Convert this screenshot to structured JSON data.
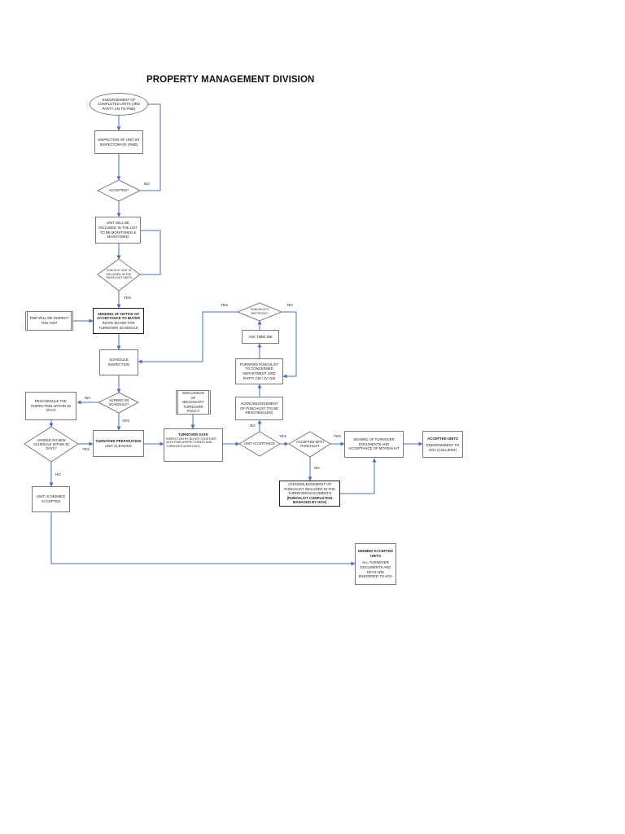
{
  "title": "PROPERTY MANAGEMENT DIVISION",
  "nodes": {
    "endorsement": "ENDORSEMENT OF COMPLETED UNITS (3RD PARTY CM TO PMD)",
    "inspection": "INSPECTION OF UNIT BY INSPECTORATE (PMD)",
    "accepted": "ACCEPTED?",
    "monitored": "UNIT WILL BE INCLUDED IN THE LIST TO BE MONITORED & MAINTAINED",
    "check_list": "CHECK IF UNIT IS INCLUDED IN THE TAKEN-OUT UNITS",
    "reinspect": "PMD WILL RE-INSPECT THE UNIT",
    "notice_bold": "SENDING OF NOTICE OF ACCEPTANCE TO BUYER",
    "notice_rest": "INVITE BUYER FOR TURNOVER SCHEDULE",
    "schedule_inspection": "SCHEDULE INSPECTION",
    "agreed_schedule": "AGREED ON SCHEDULE?",
    "reschedule": "RESCHEDULE THE INSPECTION WITHIN 30 DAYS",
    "agreed_new": "AGREED ON NEW SCHEDULE WITHIN 30 DAYS?",
    "deemed_accepted": "UNIT IS DEEMED ACCEPTED",
    "turnover_prep_bold": "TURNOVER PREPARATION",
    "turnover_prep_rest": "UNIT CLEANING",
    "discussion": "DISCUSSION OF NECESSARY TURNOVER POLICY",
    "turnover_date_bold": "TURNOVER DATE",
    "turnover_date_rest": "INSPECTION BY BUYER TOGETHER WITH PMD (INSPECTORATE AND TURNOVER ASSISTANT)",
    "unit_acceptance": "UNIT ACCEPTANCE",
    "accepted_punchlist": "ACCEPTED WITH PUNCHLIST",
    "ack_punchlist": "ACKNOWLEDGEMENT OF PUNCHLIST (TO BE RESCHEDULED)",
    "forward_punchlist": "FORWARD PUNCHLIST TO CONCERNED DEPARTMENT (3RD PARTY CM / JV CM)",
    "ask_timeline": "ASK TIMELINE",
    "punchlists_rectified": "PUNCHLISTS RECTIFIED?",
    "signing": "SIGNING OF TURNOVER DOCUMENTS AND ACCEPTANCE OF MOVEIN KIT",
    "accepted_units_bold": "ACCEPTED UNITS",
    "accepted_units_rest": "ENDORSEMENT TO HOA (COLLIERS)",
    "ack_turnover_docs": "ACKNOWLEDGEMENT OF PUNCHLIST INCLUDED IN THE TURNOVER DOCUMENTS",
    "ack_turnover_docs_bold": "(PUNCHLIST COMPLETION MANAGED BY HOA)",
    "deemed_units_bold": "DEEMED ACCEPTED UNITS",
    "deemed_units_rest": "ALL TURNOVER DOCUMENTS AND KEYS ARE ENDORSED TO HOA"
  },
  "labels": {
    "no": "NO",
    "yes": "YES"
  },
  "colors": {
    "arrow": "#4472c4",
    "border": "#7a7a7a"
  }
}
